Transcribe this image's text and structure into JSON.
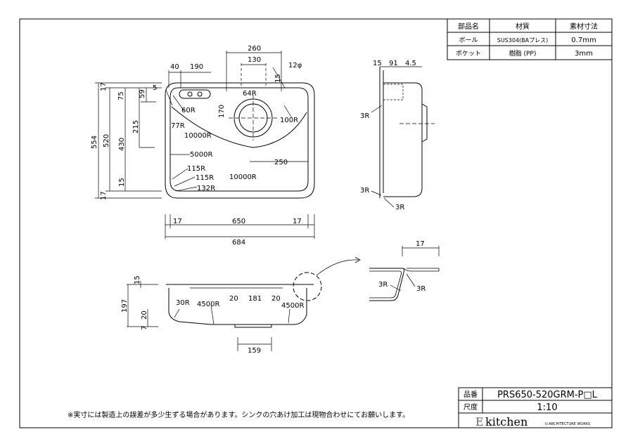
{
  "material_table": {
    "headers": [
      "部品名",
      "材質",
      "素材寸法"
    ],
    "rows": [
      [
        "ボール",
        "SUS304(BAプレス)",
        "0.7mm"
      ],
      [
        "ポケット",
        "樹脂 (PP)",
        "3mm"
      ]
    ]
  },
  "plan_view": {
    "dims_top": [
      "40",
      "190",
      "260",
      "130",
      "12φ"
    ],
    "dims_left": [
      "17",
      "75",
      "59",
      "5",
      "215",
      "554",
      "520",
      "430",
      "15",
      "17"
    ],
    "dims_bottom": [
      "17",
      "650",
      "17",
      "684"
    ],
    "radii": [
      "64R",
      "60R",
      "77R",
      "10000R",
      "100R",
      "170",
      "15",
      "5000R",
      "250",
      "115R",
      "115R",
      "132R",
      "10000R"
    ]
  },
  "side_view": {
    "dims": [
      "15",
      "91",
      "4.5"
    ],
    "radii": [
      "3R",
      "3R",
      "3R"
    ]
  },
  "front_view": {
    "dims": [
      "15",
      "197",
      "20",
      "7",
      "20",
      "181",
      "20",
      "159"
    ],
    "radii": [
      "30R",
      "4500R",
      "4500R"
    ]
  },
  "detail_view": {
    "dims": [
      "17"
    ],
    "radii": [
      "3R",
      "3R"
    ]
  },
  "note": "※実寸には製造上の誤差が多少生ずる場合があります。シンクの穴あけ加工は現物合わせにてお願いします。",
  "title_block": {
    "model_label": "品番",
    "model": "PRS650-520GRM-P□L",
    "scale_label": "尺度",
    "scale": "1:10",
    "brand_prefix": "E",
    "brand": "kitchen",
    "brand_sub": "U-ARCHITECTURE WORKS"
  }
}
